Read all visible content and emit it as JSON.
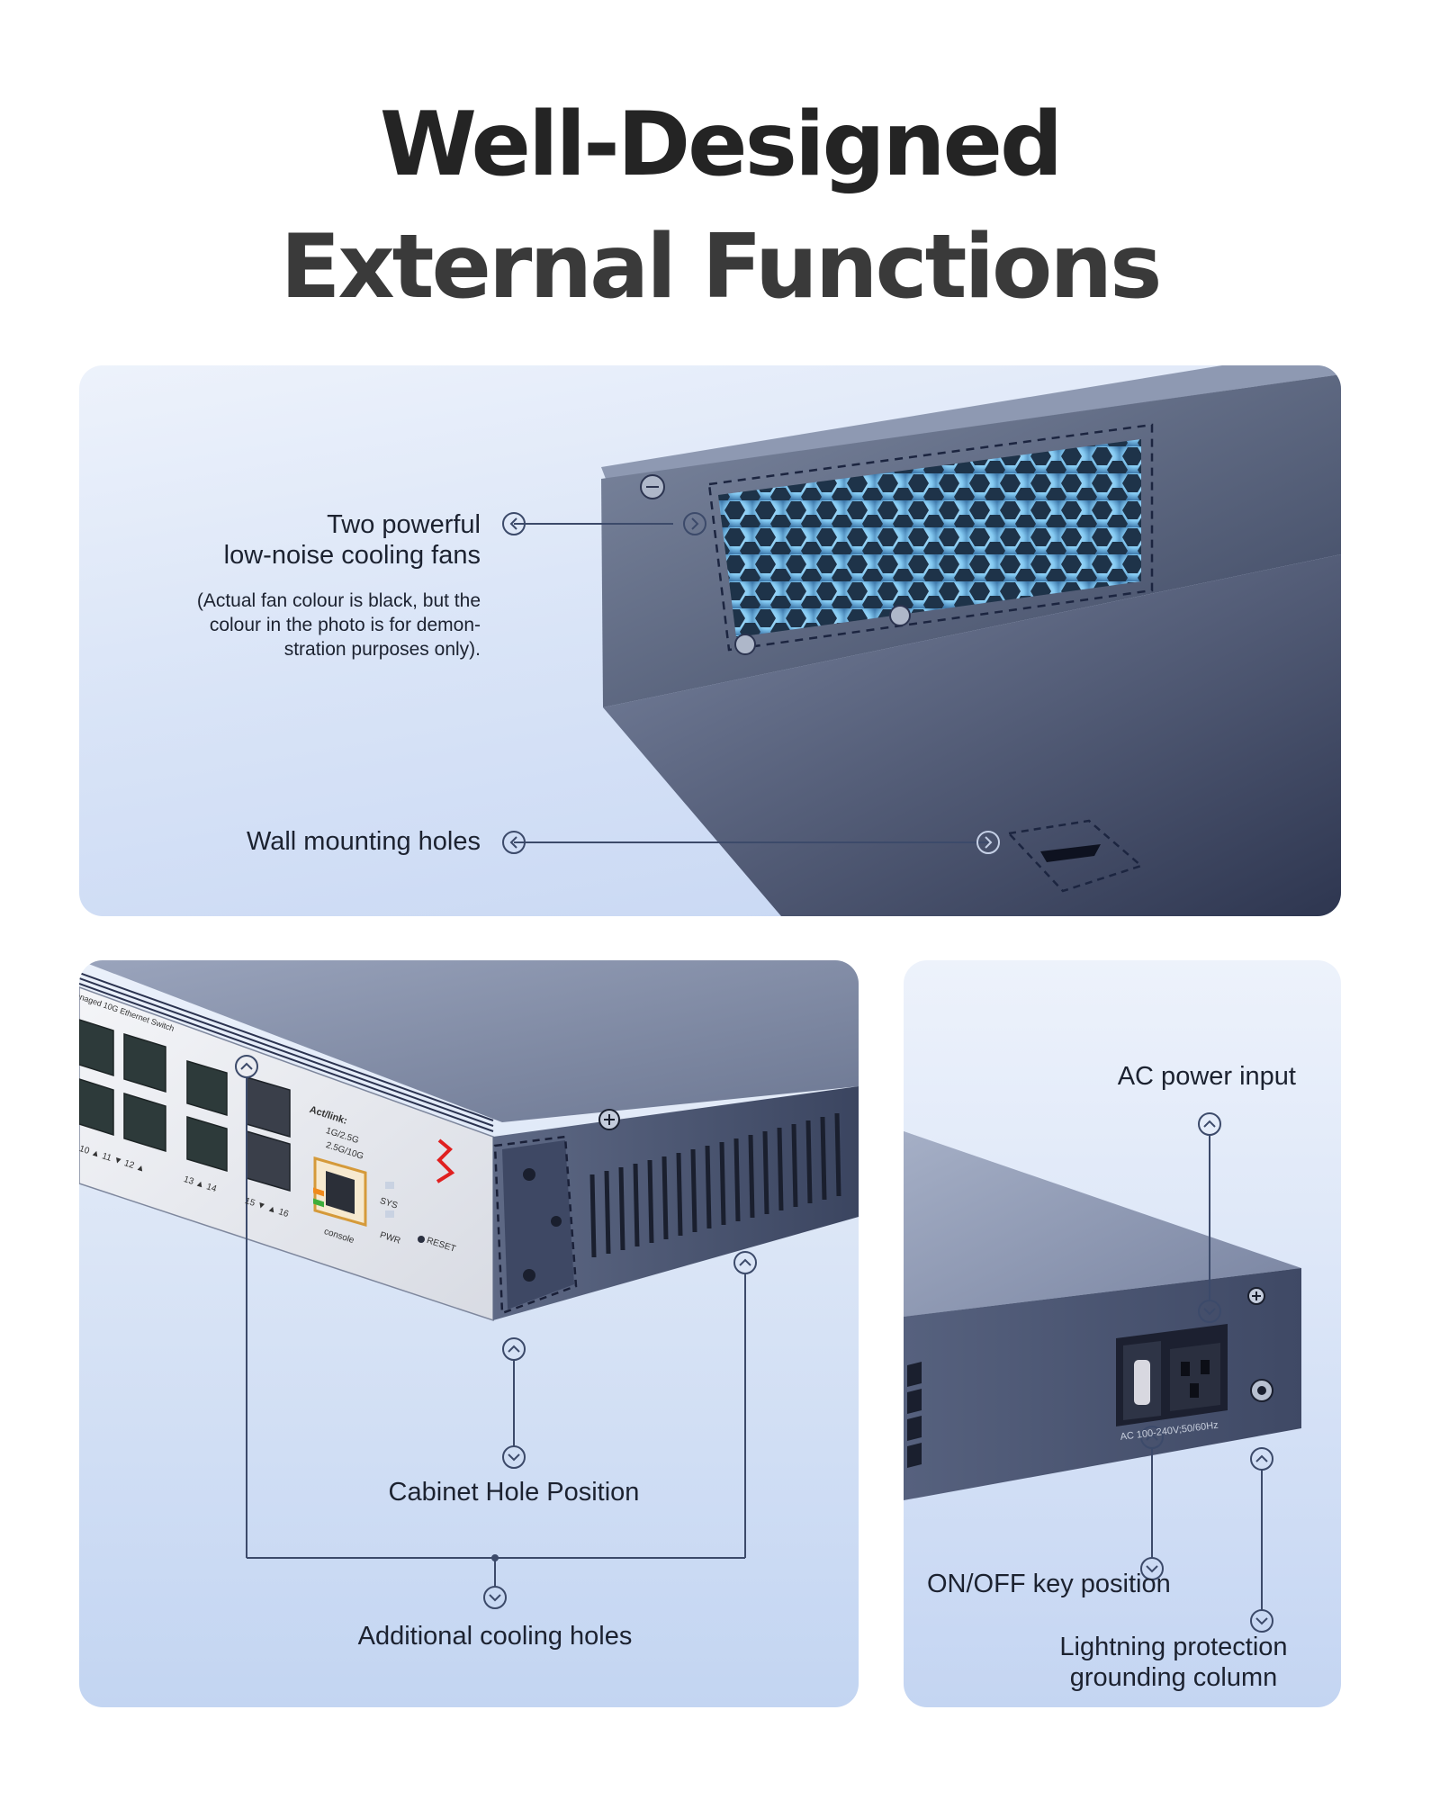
{
  "title": {
    "line1": "Well-Designed",
    "line2": "External Functions"
  },
  "top_panel": {
    "fans_label_line1": "Two powerful",
    "fans_label_line2": "low-noise cooling fans",
    "fans_note_line1": "(Actual fan colour is black, but the",
    "fans_note_line2": "colour in the photo is for demon-",
    "fans_note_line3": "stration purposes only).",
    "wall_label": "Wall mounting holes"
  },
  "left_panel": {
    "cabinet_label": "Cabinet Hole Position",
    "cooling_label": "Additional cooling holes",
    "device_name": "anaged 10G Ethernet Switch",
    "legend_title": "Act/link:",
    "legend_1g": "1G/2.5G",
    "legend_10g": "2.5G/10G",
    "port_console": "console",
    "led_sys": "SYS",
    "led_pwr": "PWR",
    "reset": "RESET",
    "port_nums_a": "10 ▲ 11 ▼ 12 ▲",
    "port_nums_b": "13 ▲ 14",
    "port_nums_c": "15 ▼ ▲ 16",
    "legend_colors": {
      "orange": "#f08a1c",
      "green": "#3fae3b"
    }
  },
  "right_panel": {
    "ac_label": "AC power input",
    "onoff_label": "ON/OFF key position",
    "lightning_line1": "Lightning protection",
    "lightning_line2": "grounding column",
    "ac_rating": "AC 100-240V;50/60Hz"
  },
  "colors": {
    "line": "#3c4a6a",
    "chassis_dark": "#4a5570",
    "fan_glow": "#8fd0f5"
  }
}
